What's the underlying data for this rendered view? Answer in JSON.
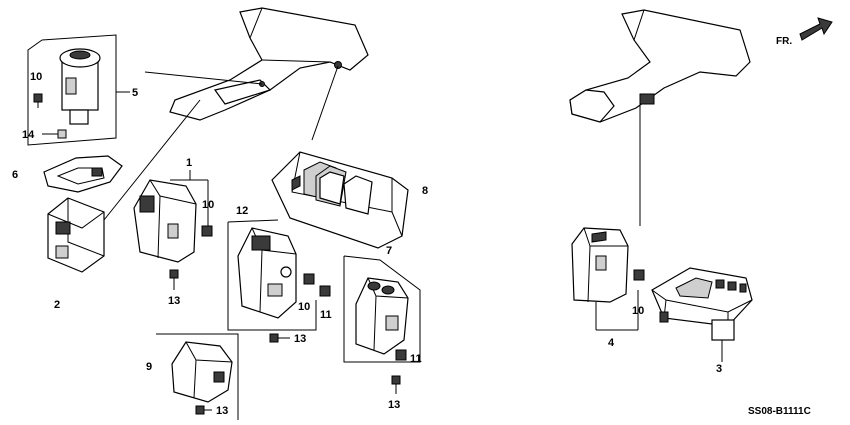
{
  "callouts": [
    "1",
    "2",
    "3",
    "4",
    "5",
    "6",
    "7",
    "8",
    "9",
    "10",
    "10",
    "10",
    "10",
    "11",
    "11",
    "12",
    "13",
    "13",
    "13",
    "13",
    "14"
  ],
  "labels": {
    "p1": "1",
    "p2": "2",
    "p3": "3",
    "p4": "4",
    "p5": "5",
    "p6": "6",
    "p7": "7",
    "p8": "8",
    "p9": "9",
    "p12": "12",
    "p14": "14",
    "p10a": "10",
    "p10b": "10",
    "p10c": "10",
    "p10d": "10",
    "p11a": "11",
    "p11b": "11",
    "p13a": "13",
    "p13b": "13",
    "p13c": "13",
    "p13d": "13"
  },
  "direction_marker": "FR.",
  "diagram_code": "SS08-B1111C"
}
